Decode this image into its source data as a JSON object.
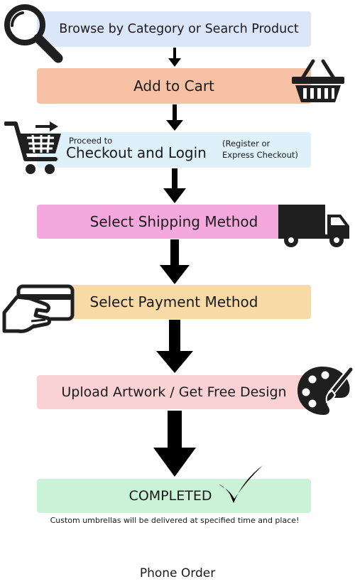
{
  "steps": [
    {
      "label": "Browse by Category or Search Product",
      "color": "#dce6fb",
      "icon": "search-icon"
    },
    {
      "label": "Add to Cart",
      "color": "#f6c1a4",
      "icon": "basket-icon"
    },
    {
      "small_label": "Proceed to",
      "label": "Checkout and Login",
      "note_line1": "(Register or",
      "note_line2": "Express Checkout)",
      "color": "#def0fa",
      "icon": "shopping-cart-icon"
    },
    {
      "label": "Select Shipping Method",
      "color": "#f5a8dd",
      "icon": "delivery-truck-icon"
    },
    {
      "label": "Select Payment Method",
      "color": "#f8daa6",
      "icon": "credit-card-hand-icon"
    },
    {
      "label": "Upload Artwork / Get Free Design",
      "color": "#fad2d4",
      "icon": "paint-palette-icon"
    },
    {
      "label": "COMPLETED",
      "color": "#c9f2d7",
      "icon": "checkmark-icon"
    }
  ],
  "completion_note": "Custom umbrellas will be delivered at specified time and place!",
  "footer": "Phone Order",
  "arrow_color": "#000000"
}
